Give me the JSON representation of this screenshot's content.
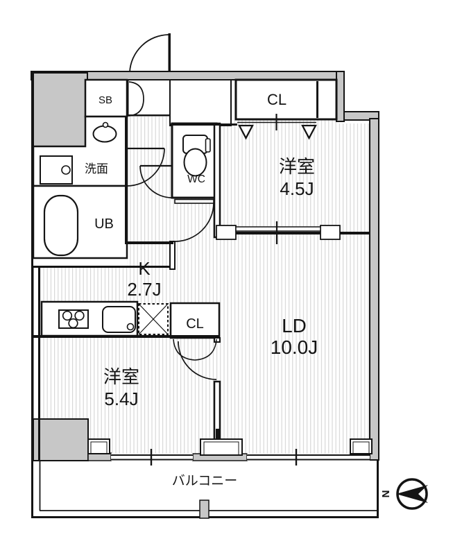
{
  "floorplan": {
    "rooms": {
      "r45": {
        "name": "洋室",
        "size": "4.5J"
      },
      "ld": {
        "name": "LD",
        "size": "10.0J"
      },
      "k": {
        "name": "K",
        "size": "2.7J"
      },
      "r54": {
        "name": "洋室",
        "size": "5.4J"
      }
    },
    "labels": {
      "sb": "SB",
      "senmen": "洗面",
      "ub": "UB",
      "wc": "WC",
      "cl_top": "CL",
      "cl_mid": "CL",
      "balcony": "バルコニー",
      "north": "N"
    },
    "colors": {
      "wall_gray": "#c7c7c7",
      "stripe": "#d4d4d4",
      "line": "#141414"
    }
  }
}
